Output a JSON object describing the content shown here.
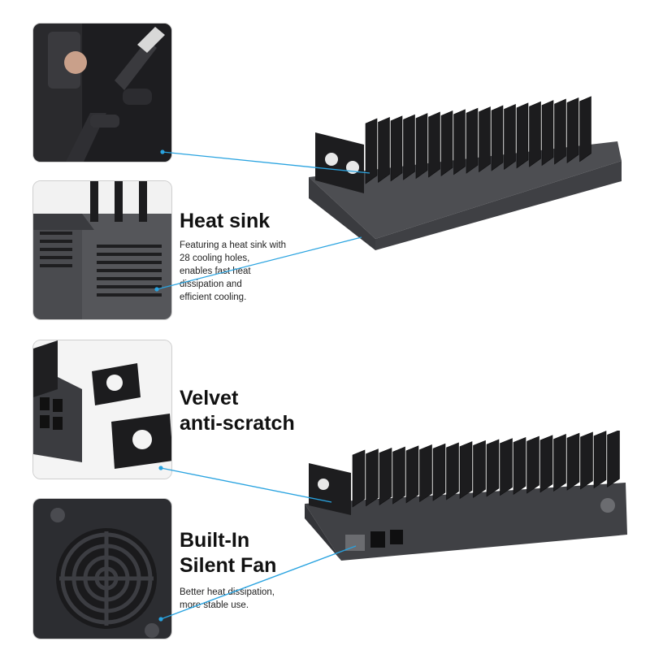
{
  "features": [
    {
      "id": "heat-sink",
      "title_lines": [
        "Heat sink"
      ],
      "description_lines": [
        "Featuring a heat sink with",
        "28 cooling holes,",
        "enables fast heat",
        "dissipation and",
        "efficient cooling."
      ]
    },
    {
      "id": "velvet",
      "title_lines": [
        "Velvet",
        "anti-scratch"
      ],
      "description_lines": []
    },
    {
      "id": "fan",
      "title_lines": [
        "Built-In",
        "Silent Fan"
      ],
      "description_lines": [
        "Better heat dissipation,",
        "more stable use."
      ]
    }
  ],
  "colors": {
    "callout_line": "#29a3e0",
    "product_dark": "#1c1c1e",
    "product_body": "#3d3e42",
    "text": "#111111"
  },
  "icons": {
    "callout": "dot-marker"
  }
}
